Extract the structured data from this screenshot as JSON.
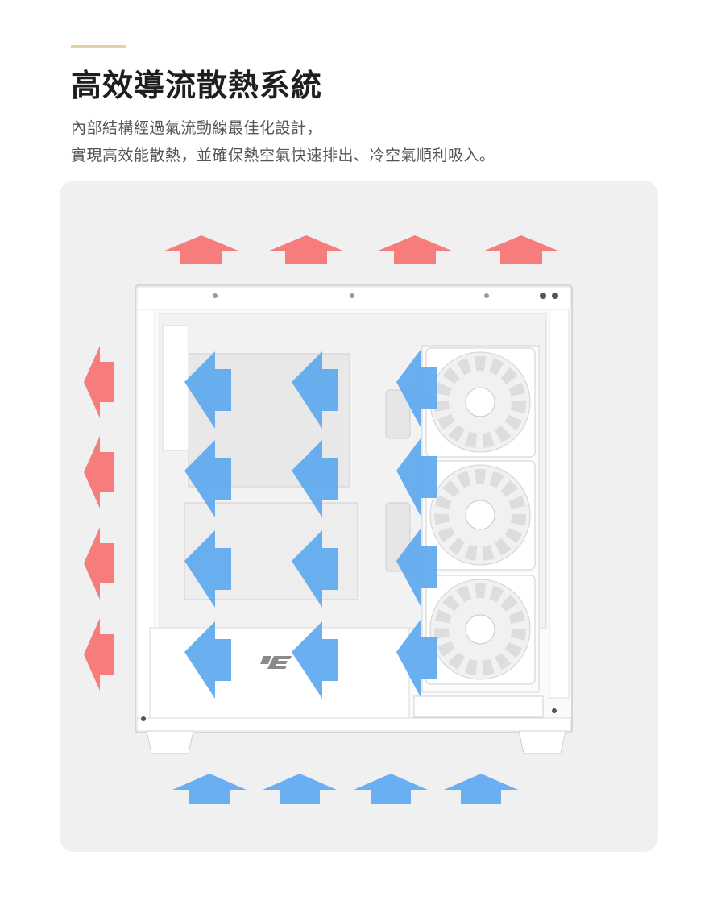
{
  "heading": {
    "title": "高效導流散熱系統",
    "subtitle_line1": "內部結構經過氣流動線最佳化設計，",
    "subtitle_line2": "實現高效能散熱，並確保熱空氣快速排出、冷空氣順利吸入。",
    "accent_color": "#e9cfa8"
  },
  "illustration": {
    "panel_color": "#f0f0f0",
    "hot_air_color": "#f77d7d",
    "cool_air_color": "#6aaff2",
    "case_color": "#ffffff",
    "fan_count": 3,
    "hot_exhaust_top_arrows": 4,
    "hot_exhaust_side_arrows": 4,
    "cool_intake_bottom_arrows": 4,
    "internal_flow_arrows": 12
  }
}
